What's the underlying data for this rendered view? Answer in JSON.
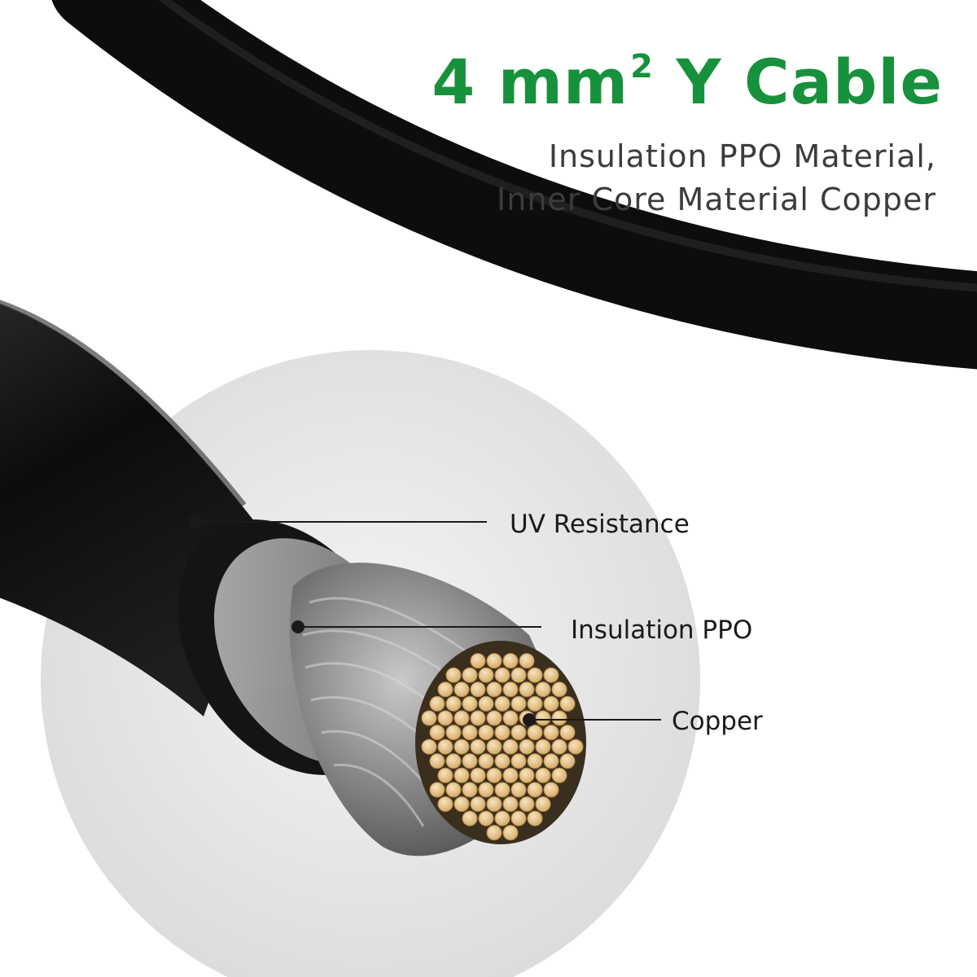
{
  "heading": {
    "main": "4 mm",
    "superscript": "2",
    "suffix": " Y Cable",
    "color": "#17913c"
  },
  "subheading": {
    "line1": "Insulation PPO Material,",
    "line2": "Inner Core Material Copper"
  },
  "callouts": {
    "uv": "UV Resistance",
    "insulation": "Insulation PPO",
    "copper": "Copper"
  },
  "colors": {
    "cable_black": "#111111",
    "copper": "#e4c28a",
    "strands": "#9a9a9a",
    "disc": "#e9e9ea"
  }
}
